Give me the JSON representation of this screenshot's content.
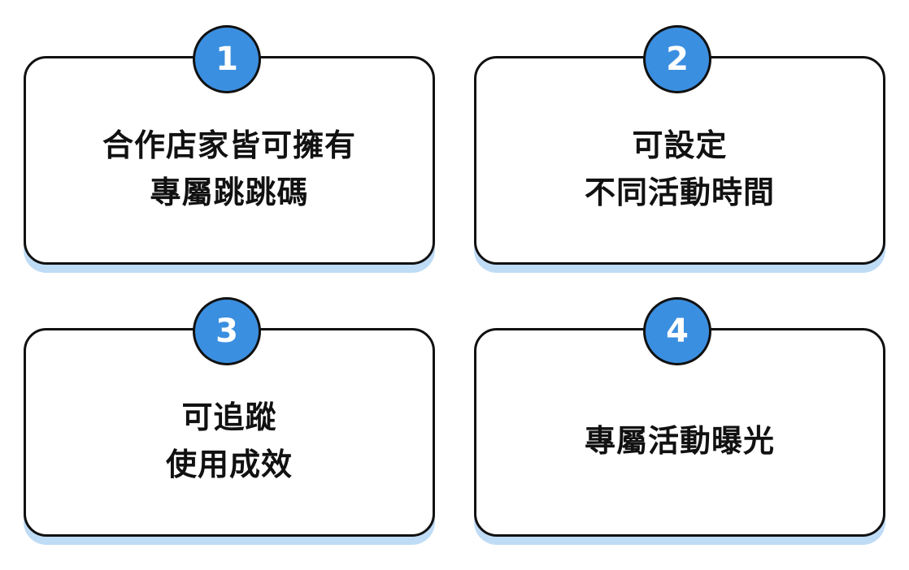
{
  "cards": [
    {
      "number": "1",
      "lines": [
        "合作店家皆可擁有",
        "專屬跳跳碼"
      ]
    },
    {
      "number": "2",
      "lines": [
        "可設定",
        "不同活動時間"
      ]
    },
    {
      "number": "3",
      "lines": [
        "可追蹤",
        "使用成效"
      ]
    },
    {
      "number": "4",
      "lines": [
        "專屬活動曝光"
      ]
    }
  ],
  "colors": {
    "badge_fill": "#3b8fe0",
    "card_border": "#111111",
    "card_shadow": "#bfdcf6",
    "text": "#111111"
  }
}
